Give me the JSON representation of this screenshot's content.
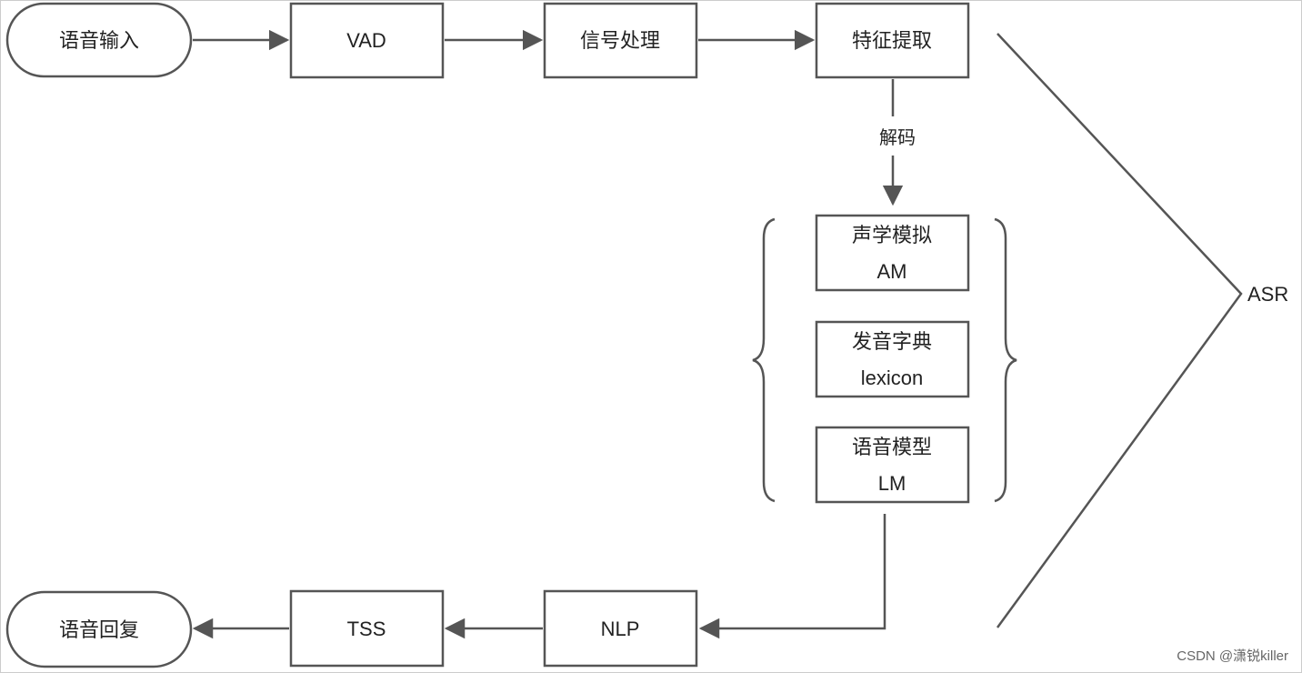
{
  "diagram": {
    "nodes": {
      "voice_input": "语音输入",
      "vad": "VAD",
      "signal_processing": "信号处理",
      "feature_extraction": "特征提取",
      "acoustic_model": {
        "zh": "声学模拟",
        "en": "AM"
      },
      "lexicon": {
        "zh": "发音字典",
        "en": "lexicon"
      },
      "language_model": {
        "zh": "语音模型",
        "en": "LM"
      },
      "nlp": "NLP",
      "tss": "TSS",
      "voice_reply": "语音回复"
    },
    "edge_labels": {
      "decode": "解码"
    },
    "group_label": "ASR",
    "colors": {
      "stroke": "#555555",
      "text": "#222222"
    }
  },
  "watermark": "CSDN @潇锐killer"
}
